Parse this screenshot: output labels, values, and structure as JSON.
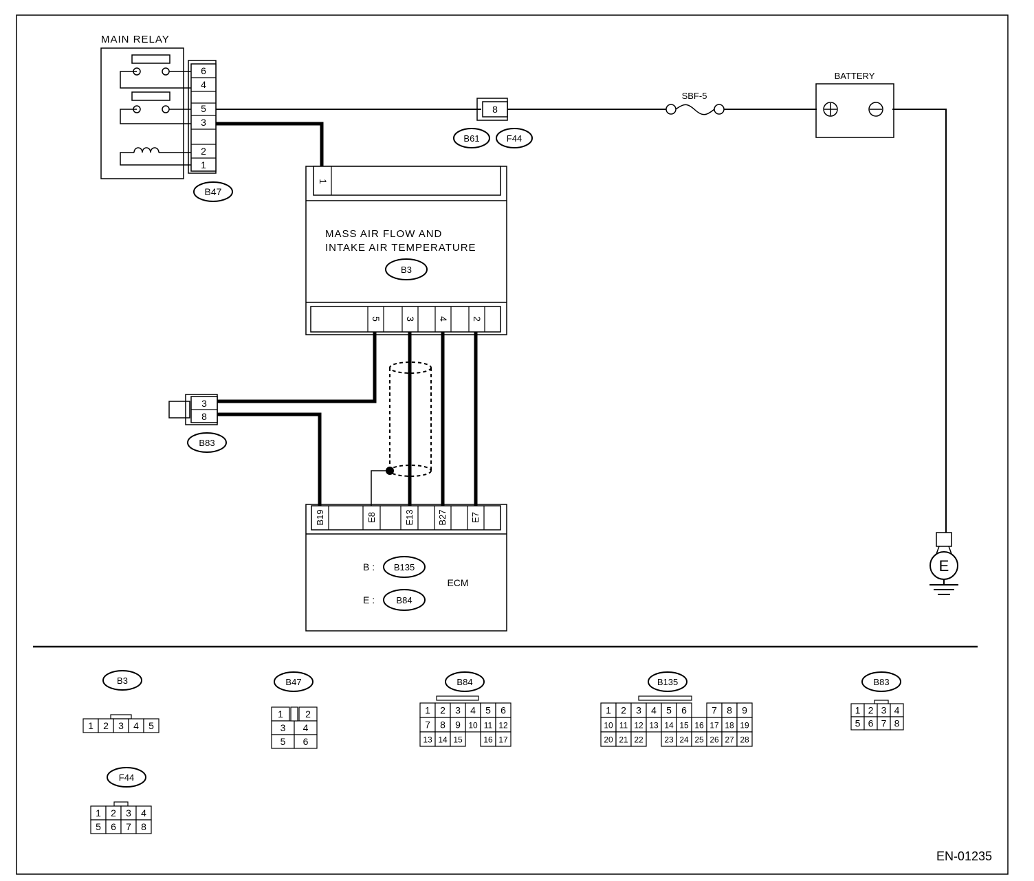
{
  "main_relay": {
    "title": "MAIN RELAY",
    "pins": [
      "6",
      "4",
      "5",
      "3",
      "2",
      "1"
    ],
    "connector": "B47"
  },
  "junction": {
    "pin": "8",
    "connectors": [
      "B61",
      "F44"
    ]
  },
  "fuse": {
    "label": "SBF-5"
  },
  "battery": {
    "label": "BATTERY",
    "plus": "⊕",
    "minus": "⊖"
  },
  "ground": {
    "label": "E"
  },
  "maf_sensor": {
    "line1": "MASS  AIR  FLOW  AND",
    "line2": "INTAKE AIR TEMPERATURE",
    "connector": "B3",
    "top_pin": "1",
    "bottom_pins": [
      "5",
      "3",
      "4",
      "2"
    ]
  },
  "b83": {
    "pins": [
      "3",
      "8"
    ],
    "connector": "B83"
  },
  "ecm": {
    "title": "ECM",
    "pins": [
      "B19",
      "E8",
      "E13",
      "B27",
      "E7"
    ],
    "b_prefix": "B :",
    "b_connector": "B135",
    "e_prefix": "E :",
    "e_connector": "B84"
  },
  "connector_views": {
    "B3": {
      "label": "B3",
      "rows": [
        [
          "1",
          "2",
          "3",
          "4",
          "5"
        ]
      ]
    },
    "B47": {
      "label": "B47",
      "rows": [
        [
          "1",
          "2"
        ],
        [
          "3",
          "4"
        ],
        [
          "5",
          "6"
        ]
      ]
    },
    "B84": {
      "label": "B84",
      "rows": [
        [
          "1",
          "2",
          "3",
          "4",
          "5",
          "6"
        ],
        [
          "7",
          "8",
          "9",
          "10",
          "11",
          "12"
        ],
        [
          "13",
          "14",
          "15",
          "16",
          "17"
        ]
      ]
    },
    "B135": {
      "label": "B135",
      "rows": [
        [
          "1",
          "2",
          "3",
          "4",
          "5",
          "6",
          "7",
          "8",
          "9"
        ],
        [
          "10",
          "11",
          "12",
          "13",
          "14",
          "15",
          "16",
          "17",
          "18",
          "19"
        ],
        [
          "20",
          "21",
          "22",
          "23",
          "24",
          "25",
          "26",
          "27",
          "28"
        ]
      ]
    },
    "B83": {
      "label": "B83",
      "rows": [
        [
          "1",
          "2",
          "3",
          "4"
        ],
        [
          "5",
          "6",
          "7",
          "8"
        ]
      ]
    },
    "F44": {
      "label": "F44",
      "rows": [
        [
          "1",
          "2",
          "3",
          "4"
        ],
        [
          "5",
          "6",
          "7",
          "8"
        ]
      ]
    }
  },
  "figure_code": "EN-01235"
}
